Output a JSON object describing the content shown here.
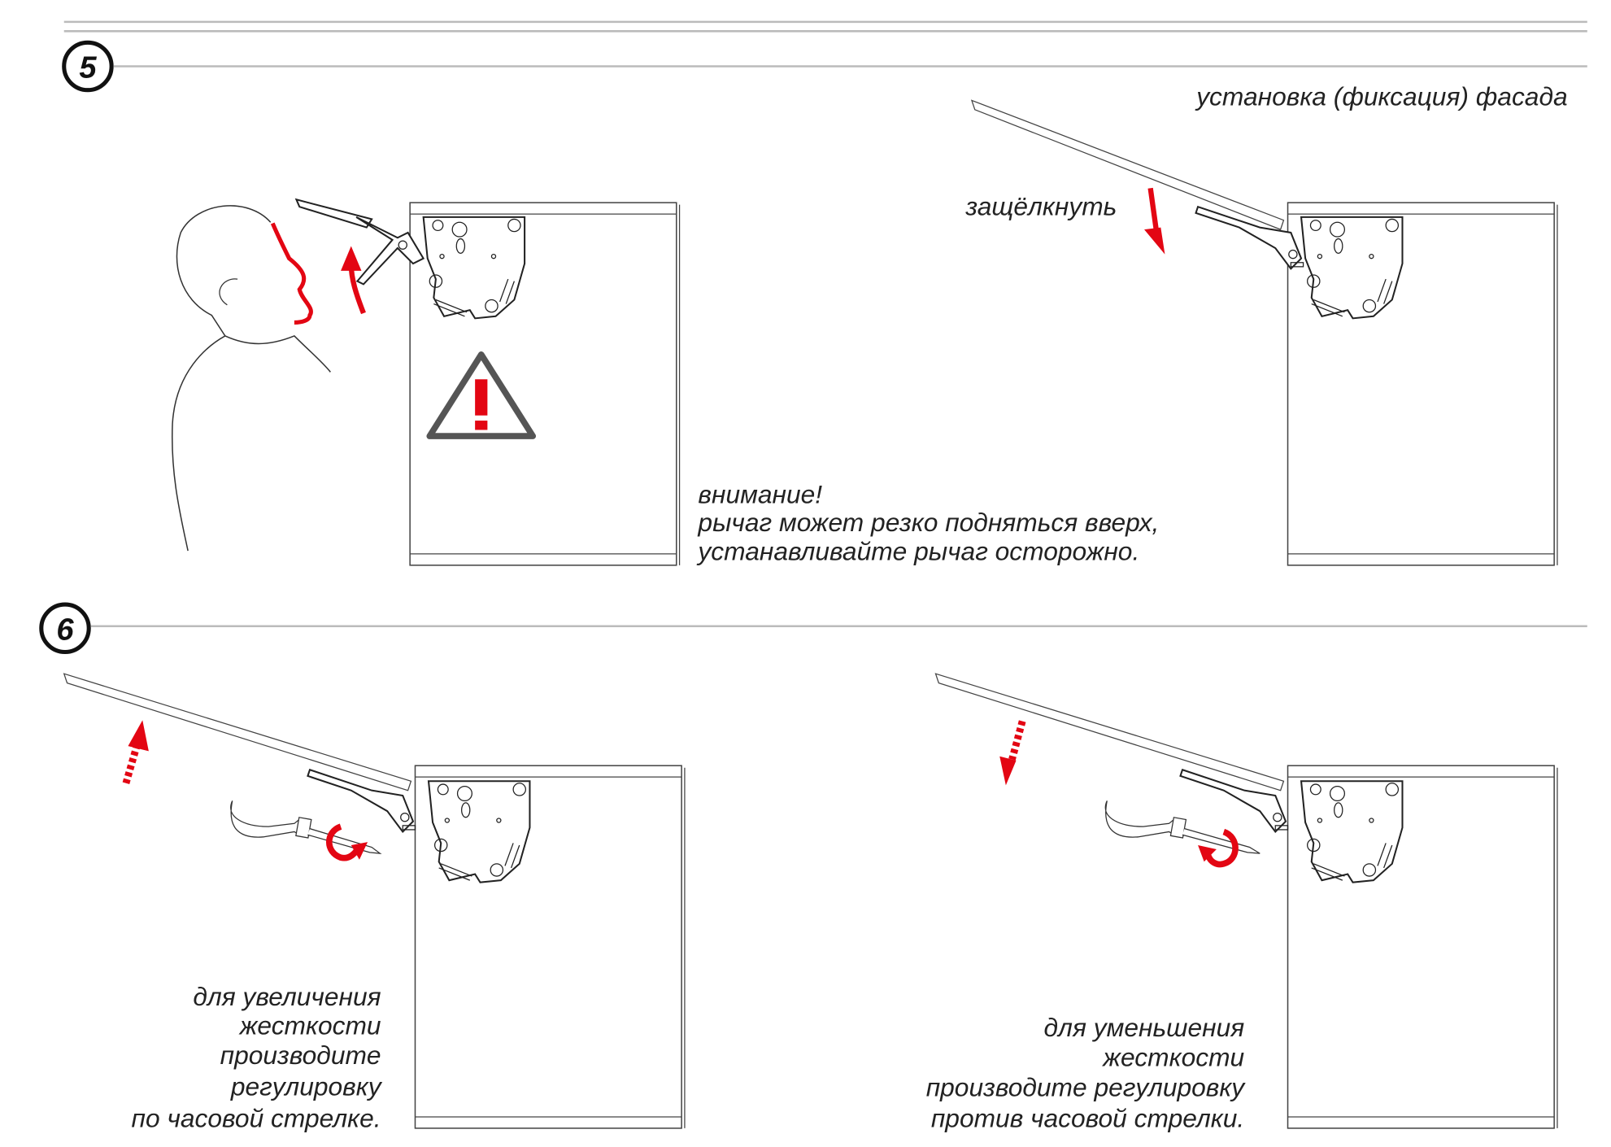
{
  "steps": [
    {
      "number": "5",
      "caption_right": "установка (фиксация) фасада",
      "snap_label": "защёлкнуть",
      "warning": {
        "title": "внимание!",
        "line1": "рычаг может резко подняться вверх,",
        "line2": "устанавливайте рычаг осторожно."
      }
    },
    {
      "number": "6",
      "increase": [
        "для увеличения",
        "жесткости",
        "производите",
        "регулировку",
        "по часовой стрелке."
      ],
      "decrease": [
        "для уменьшения",
        "жесткости",
        "производите регулировку",
        "против часовой стрелки."
      ]
    }
  ],
  "colors": {
    "accent": "#e30613",
    "line": "#bbbbbb",
    "warning_border": "#555555"
  }
}
